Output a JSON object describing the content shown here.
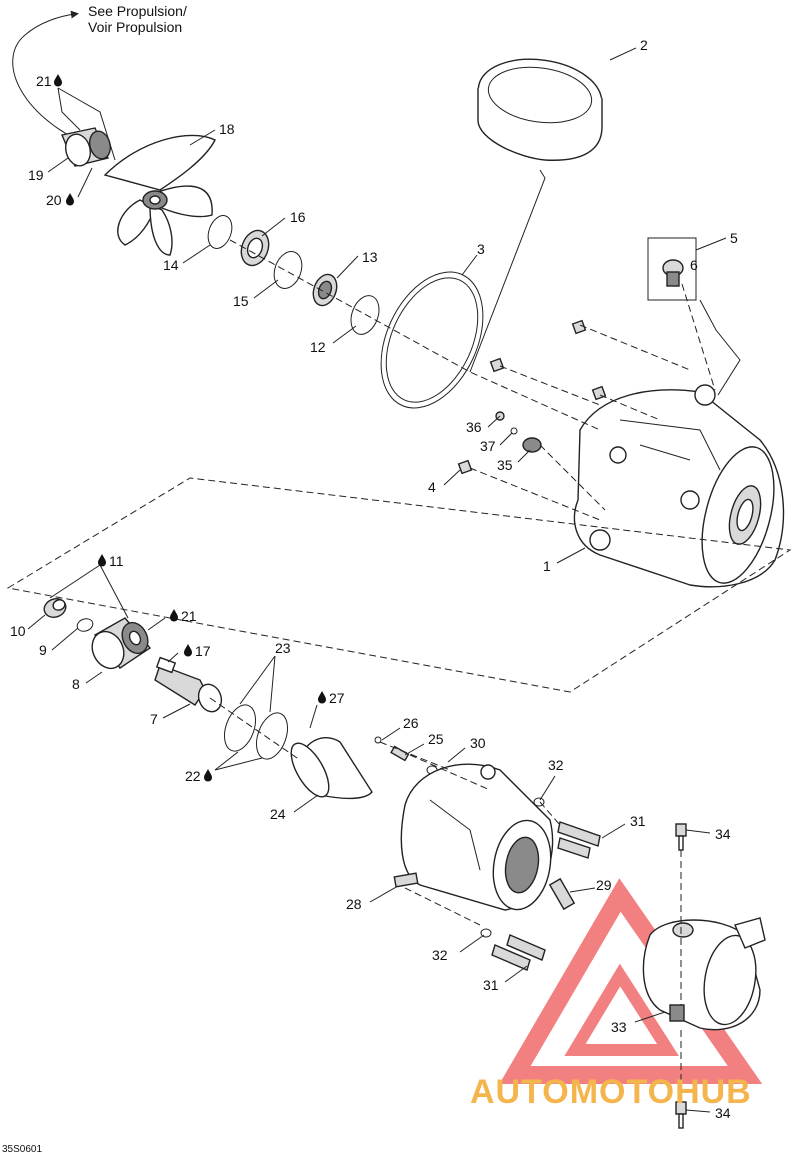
{
  "propulsion_note": [
    "See Propulsion/",
    "Voir Propulsion"
  ],
  "callouts": [
    {
      "id": "c21a",
      "text": "21",
      "drop": true
    },
    {
      "id": "c19",
      "text": "19",
      "drop": false
    },
    {
      "id": "c20",
      "text": "20",
      "drop": true
    },
    {
      "id": "c18",
      "text": "18",
      "drop": false
    },
    {
      "id": "c14",
      "text": "14",
      "drop": false
    },
    {
      "id": "c16",
      "text": "16",
      "drop": false
    },
    {
      "id": "c15",
      "text": "15",
      "drop": false
    },
    {
      "id": "c13",
      "text": "13",
      "drop": false
    },
    {
      "id": "c12",
      "text": "12",
      "drop": false
    },
    {
      "id": "c2",
      "text": "2",
      "drop": false
    },
    {
      "id": "c3",
      "text": "3",
      "drop": false
    },
    {
      "id": "c5",
      "text": "5",
      "drop": false
    },
    {
      "id": "c6",
      "text": "6",
      "drop": false
    },
    {
      "id": "c36",
      "text": "36",
      "drop": false
    },
    {
      "id": "c37",
      "text": "37",
      "drop": false
    },
    {
      "id": "c35",
      "text": "35",
      "drop": false
    },
    {
      "id": "c4",
      "text": "4",
      "drop": false
    },
    {
      "id": "c1",
      "text": "1",
      "drop": false
    },
    {
      "id": "c11",
      "text": "11",
      "drop": true
    },
    {
      "id": "c10",
      "text": "10",
      "drop": false
    },
    {
      "id": "c21b",
      "text": "21",
      "drop": true
    },
    {
      "id": "c9",
      "text": "9",
      "drop": false
    },
    {
      "id": "c17",
      "text": "17",
      "drop": true
    },
    {
      "id": "c8",
      "text": "8",
      "drop": false
    },
    {
      "id": "c23",
      "text": "23",
      "drop": false
    },
    {
      "id": "c7",
      "text": "7",
      "drop": false
    },
    {
      "id": "c27",
      "text": "27",
      "drop": true
    },
    {
      "id": "c26",
      "text": "26",
      "drop": false
    },
    {
      "id": "c25",
      "text": "25",
      "drop": false
    },
    {
      "id": "c30",
      "text": "30",
      "drop": false
    },
    {
      "id": "c22",
      "text": "22",
      "drop": true
    },
    {
      "id": "c24",
      "text": "24",
      "drop": false
    },
    {
      "id": "c32a",
      "text": "32",
      "drop": false
    },
    {
      "id": "c31a",
      "text": "31",
      "drop": false
    },
    {
      "id": "c34a",
      "text": "34",
      "drop": false
    },
    {
      "id": "c29",
      "text": "29",
      "drop": false
    },
    {
      "id": "c28",
      "text": "28",
      "drop": false
    },
    {
      "id": "c32b",
      "text": "32",
      "drop": false
    },
    {
      "id": "c31b",
      "text": "31",
      "drop": false
    },
    {
      "id": "c33",
      "text": "33",
      "drop": false
    },
    {
      "id": "c34b",
      "text": "34",
      "drop": false
    }
  ],
  "watermark": "AUTOMOTOHUB",
  "figure_code": "35S0601",
  "colors": {
    "watermark_red": "#f26b6b",
    "watermark_orange": "#f5b54d",
    "watermark_gray": "#8c8c8c",
    "line": "#222222"
  }
}
